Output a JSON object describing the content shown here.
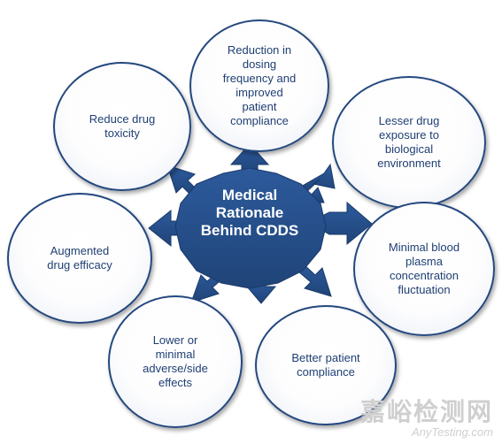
{
  "center": {
    "label": "Medical\nRationale\nBehind CDDS"
  },
  "bubbles": [
    {
      "text": "Reduction in\ndosing\nfrequency and\nimproved\npatient\ncompliance"
    },
    {
      "text": "Lesser drug\nexposure to\nbiological\nenvironment"
    },
    {
      "text": "Minimal blood\nplasma\nconcentration\nfluctuation"
    },
    {
      "text": "Better patient\ncompliance"
    },
    {
      "text": "Lower or\nminimal\nadverse/side\neffects"
    },
    {
      "text": "Augmented\ndrug efficacy"
    },
    {
      "text": "Reduce drug\ntoxicity"
    }
  ],
  "watermark": {
    "chinese": "嘉峪检测网",
    "english": "AnyTesting.com"
  },
  "colors": {
    "hub": "#264e8c",
    "bubble_border": "#24487f",
    "bubble_text": "#1f3f73"
  }
}
